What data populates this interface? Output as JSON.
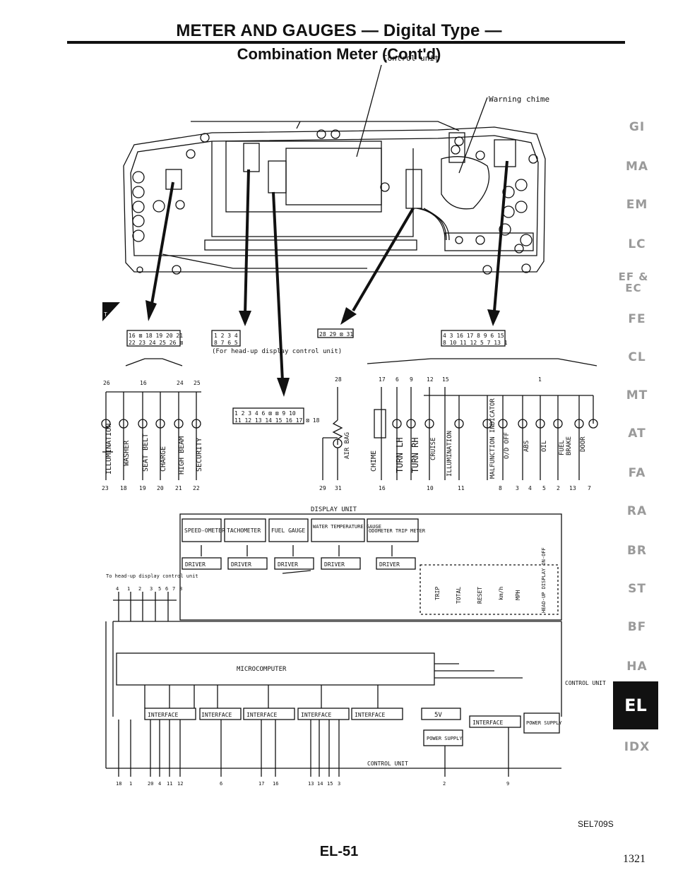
{
  "header": {
    "title": "METER AND GAUGES — Digital Type —",
    "subtitle": "Combination Meter (Cont'd)"
  },
  "callouts": {
    "control_unit": "Control unit",
    "warning_chime": "Warning chime",
    "hud_note": "(For head-up display control unit)"
  },
  "connectors": {
    "c1_rows": [
      "16 ⊠ 18 19 20 21",
      "22 23 24 25 26 ⊠"
    ],
    "c2_rows": [
      "1 2 3 4",
      "8 7 6 5"
    ],
    "c3_rows": [
      "28 29 ⊠ 31"
    ],
    "c4_rows": [
      "4 3 16 17 8 9 6 15",
      "8 10 11 12 5 7 13 1"
    ],
    "c5_rows": [
      "1 2 3 4 6 ⊠ ⊠ 9 10",
      "11 12 13 14 15 16 17 ⊠ 18"
    ]
  },
  "lamps_left": {
    "top_pins": [
      "26",
      "16",
      "24",
      "25"
    ],
    "labels": [
      "ILLUMINATION",
      "WASHER",
      "SEAT BELT",
      "CHARGE",
      "HIGH BEAM",
      "SECURITY"
    ],
    "bottom_pins": [
      "23",
      "18",
      "19",
      "20",
      "21",
      "22"
    ]
  },
  "airbag": {
    "top_pin": "28",
    "label": "AIR BAG",
    "bottom_pins": [
      "29",
      "31"
    ]
  },
  "lamps_right": {
    "top_pins": [
      "17",
      "6",
      "9",
      "12",
      "15",
      "1"
    ],
    "labels": [
      "CHIME",
      "TURN LH",
      "TURN RH",
      "CRUISE",
      "ILLUMINATION",
      "MALFUNCTION INDICATOR",
      "O/D OFF",
      "ABS",
      "OIL",
      "FUEL",
      "BRAKE",
      "DOOR"
    ],
    "bottom_pins": [
      "16",
      "10",
      "11",
      "8",
      "3",
      "4",
      "5",
      "2",
      "13",
      "7"
    ]
  },
  "display_unit": {
    "title": "DISPLAY UNIT",
    "gauges": [
      "SPEED-OMETER",
      "TACHOMETER",
      "FUEL GAUGE",
      "WATER TEMPERATURE GAUGE",
      "ODOMETER TRIP METER"
    ],
    "driver_label": "DRIVER",
    "hud_label": "To head-up display control unit",
    "hud_pins": [
      "4",
      "1",
      "2",
      "3",
      "5",
      "6",
      "7",
      "8"
    ],
    "switches": [
      "TRIP",
      "TOTAL",
      "RESET",
      "km/h",
      "MPH",
      "HEAD-UP DISPLAY ON-OFF"
    ]
  },
  "control_unit": {
    "microcomputer": "MICROCOMPUTER",
    "interface_label": "INTERFACE",
    "five_volt": "5V",
    "power_supply": "POWER SUPPLY",
    "title": "CONTROL UNIT",
    "side_label": "CONTROL UNIT",
    "bottom_pins": [
      "18",
      "1",
      "20",
      "4",
      "11",
      "12",
      "6",
      "17",
      "16",
      "13",
      "14",
      "15",
      "3",
      "2",
      "9"
    ]
  },
  "side_tabs": [
    "GI",
    "MA",
    "EM",
    "LC",
    "EF & EC",
    "FE",
    "CL",
    "MT",
    "AT",
    "FA",
    "RA",
    "BR",
    "ST",
    "BF",
    "HA",
    "IDX"
  ],
  "active_tab": "EL",
  "ts_badge": "T.S.",
  "figure_code": "SEL709S",
  "page_id": "EL-51",
  "page_number": "1321"
}
